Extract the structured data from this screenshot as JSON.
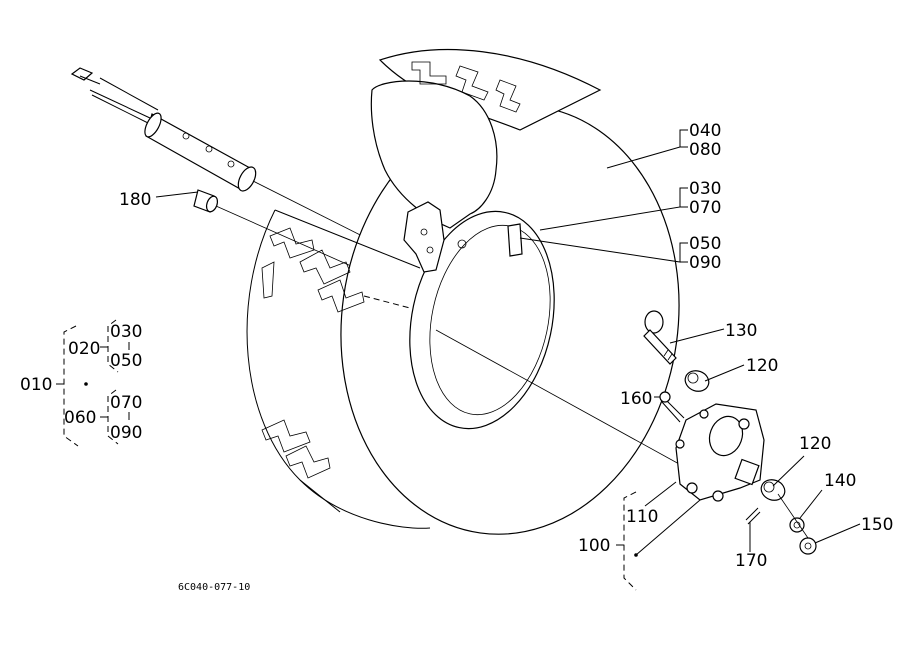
{
  "diagram": {
    "title": "Front wheel assembly exploded view",
    "drawing_code": "6C040-077-10",
    "callouts": {
      "tire_group": [
        "040",
        "080"
      ],
      "rim_group": [
        "030",
        "070"
      ],
      "valve_group": [
        "050",
        "090"
      ],
      "bolt": "130",
      "spacer_top": "120",
      "spacer_bottom": "120",
      "pin": "160",
      "stud": "110",
      "hub_assembly": "100",
      "cotter": "170",
      "washer": "140",
      "nut": "150",
      "collar": "180"
    },
    "assembly_tree": {
      "root": "010",
      "branches": [
        {
          "label": "020",
          "children": [
            "030",
            "050"
          ]
        },
        {
          "label": "060",
          "children": [
            "070",
            "090"
          ]
        }
      ]
    }
  }
}
